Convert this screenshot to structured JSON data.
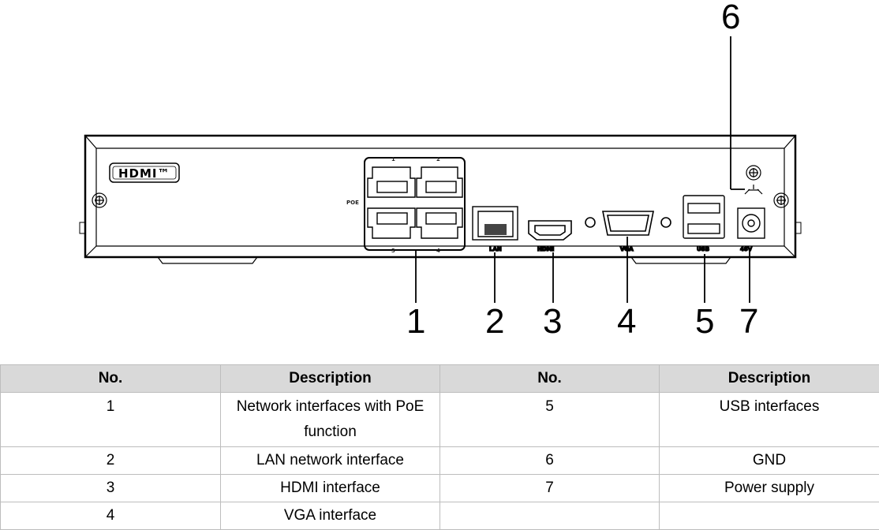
{
  "callouts": {
    "c1": "1",
    "c2": "2",
    "c3": "3",
    "c4": "4",
    "c5": "5",
    "c6": "6",
    "c7": "7"
  },
  "panel_labels": {
    "logo": "HDMI™",
    "poe": "POE",
    "lan": "LAN",
    "hdmi": "HDMI",
    "vga": "VGA",
    "usb": "USB",
    "power": "48V",
    "port_1": "1",
    "port_2": "2",
    "port_3": "3",
    "port_4": "4"
  },
  "table": {
    "headers": [
      "No.",
      "Description",
      "No.",
      "Description"
    ],
    "rows": [
      {
        "no_left": "1",
        "desc_left": "Network interfaces with PoE function",
        "no_right": "5",
        "desc_right": "USB interfaces"
      },
      {
        "no_left": "2",
        "desc_left": "LAN network interface",
        "no_right": "6",
        "desc_right": "GND"
      },
      {
        "no_left": "3",
        "desc_left": "HDMI interface",
        "no_right": "7",
        "desc_right": "Power supply"
      },
      {
        "no_left": "4",
        "desc_left": "VGA interface",
        "no_right": "",
        "desc_right": ""
      }
    ]
  }
}
